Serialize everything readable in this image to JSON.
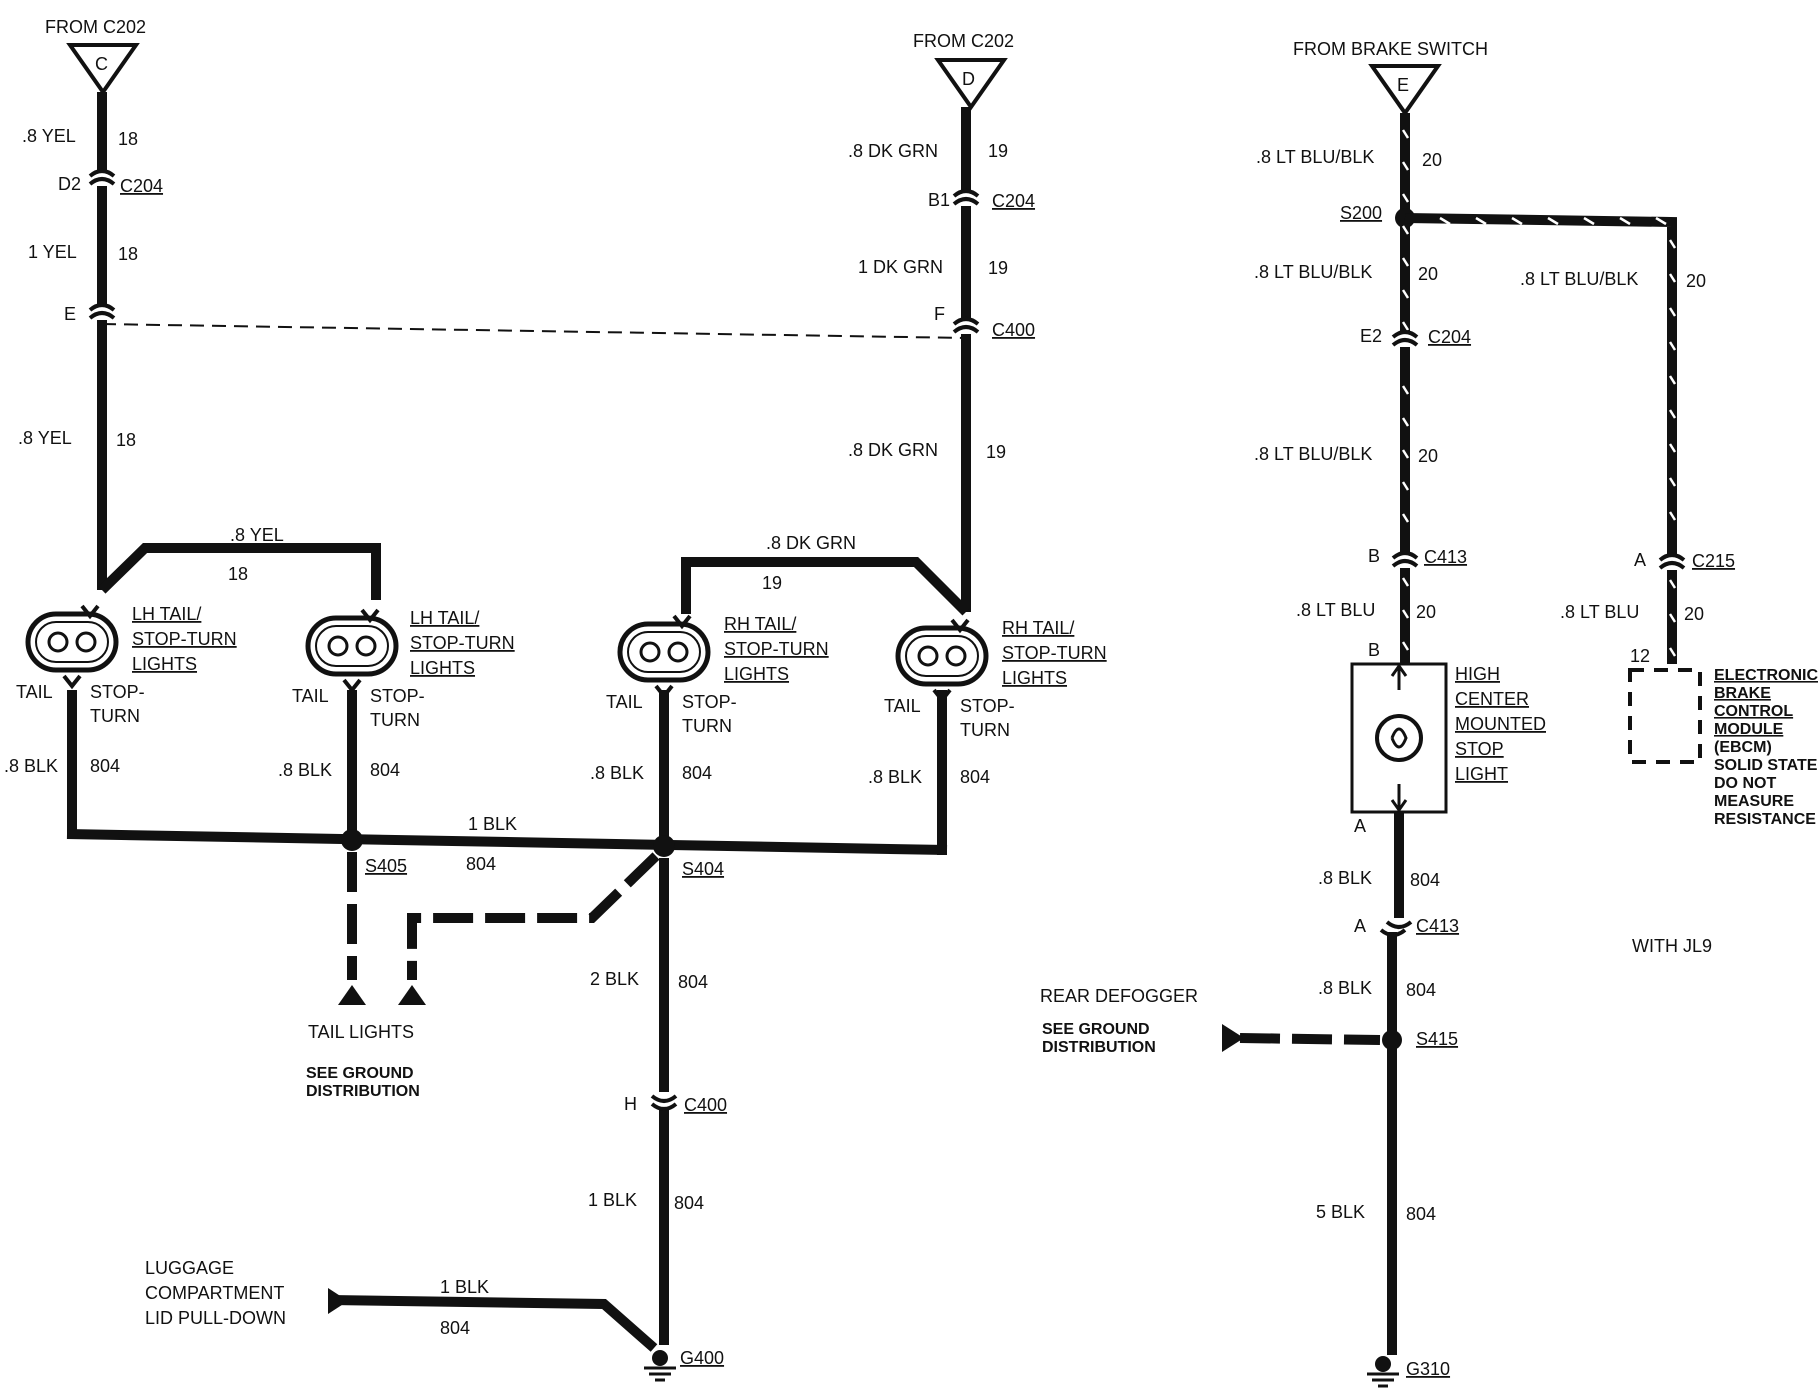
{
  "sources": [
    {
      "id": "C",
      "from": "FROM C202"
    },
    {
      "id": "D",
      "from": "FROM C202"
    },
    {
      "id": "E",
      "from": "FROM BRAKE SWITCH"
    }
  ],
  "wires": {
    "c_w1": ".8 YEL",
    "c_w1n": "18",
    "c_w2": "1 YEL",
    "c_w2n": "18",
    "c_w3": ".8 YEL",
    "c_w3n": "18",
    "c_jump": ".8 YEL",
    "c_jumpn": "18",
    "d_w1": ".8 DK GRN",
    "d_w1n": "19",
    "d_w2": "1 DK GRN",
    "d_w2n": "19",
    "d_w3": ".8 DK GRN",
    "d_w3n": "19",
    "d_jump": ".8 DK GRN",
    "d_jumpn": "19",
    "e_w1": ".8 LT BLU/BLK",
    "e_w1n": "20",
    "e_w2": ".8 LT BLU/BLK",
    "e_w2n": "20",
    "e_w3": ".8 LT BLU/BLK",
    "e_w3n": "20",
    "e_w4": ".8 LT BLU",
    "e_w4n": "20",
    "e_r1": ".8 LT BLU/BLK",
    "e_r1n": "20",
    "e_r2": ".8 LT BLU",
    "e_r2n": "20",
    "g1": ".8 BLK",
    "g1n": "804",
    "g2": ".8 BLK",
    "g2n": "804",
    "g3": ".8 BLK",
    "g3n": "804",
    "g4": ".8 BLK",
    "g4n": "804",
    "bus": "1 BLK",
    "busn": "804",
    "down1": "2 BLK",
    "down1n": "804",
    "down2": "1 BLK",
    "down2n": "804",
    "lug": "1 BLK",
    "lugn": "804",
    "hc1": ".8 BLK",
    "hc1n": "804",
    "hc2": ".8 BLK",
    "hc2n": "804",
    "hc3": "5 BLK",
    "hc3n": "804"
  },
  "connectors": {
    "c_d2": "D2",
    "c_c204": "C204",
    "c_e": "E",
    "d_b1": "B1",
    "d_c204": "C204",
    "d_f": "F",
    "d_c400": "C400",
    "e_s200": "S200",
    "e_e2": "E2",
    "e_c204": "C204",
    "e_b": "B",
    "e_c413": "C413",
    "e_b2": "B",
    "e_a": "A",
    "e_c215": "C215",
    "e_12": "12",
    "hc_a": "A",
    "hc_a2": "A",
    "hc_c413": "C413",
    "s405": "S405",
    "s404": "S404",
    "h": "H",
    "c400": "C400",
    "g400": "G400",
    "s415": "S415",
    "g310": "G310"
  },
  "lamps": [
    {
      "l1": "LH TAIL/",
      "l2": "STOP-TURN",
      "l3": "LIGHTS",
      "tail": "TAIL",
      "stop1": "STOP-",
      "stop2": "TURN"
    },
    {
      "l1": "LH TAIL/",
      "l2": "STOP-TURN",
      "l3": "LIGHTS",
      "tail": "TAIL",
      "stop1": "STOP-",
      "stop2": "TURN"
    },
    {
      "l1": "RH TAIL/",
      "l2": "STOP-TURN",
      "l3": "LIGHTS",
      "tail": "TAIL",
      "stop1": "STOP-",
      "stop2": "TURN"
    },
    {
      "l1": "RH TAIL/",
      "l2": "STOP-TURN",
      "l3": "LIGHTS",
      "tail": "TAIL",
      "stop1": "STOP-",
      "stop2": "TURN"
    }
  ],
  "hcmsl": [
    "HIGH",
    "CENTER",
    "MOUNTED",
    "STOP",
    "LIGHT"
  ],
  "ebcm": [
    "ELECTRONIC",
    "BRAKE",
    "CONTROL",
    "MODULE",
    "(EBCM)",
    "SOLID STATE",
    "DO NOT",
    "MEASURE",
    "RESISTANCE"
  ],
  "notes": {
    "tail_lights": "TAIL LIGHTS",
    "see_gd1": "SEE GROUND",
    "see_gd2": "DISTRIBUTION",
    "lug1": "LUGGAGE",
    "lug2": "COMPARTMENT",
    "lug3": "LID PULL-DOWN",
    "defog": "REAR DEFOGGER",
    "defog_see1": "SEE GROUND",
    "defog_see2": "DISTRIBUTION",
    "with_jl9": "WITH JL9"
  }
}
